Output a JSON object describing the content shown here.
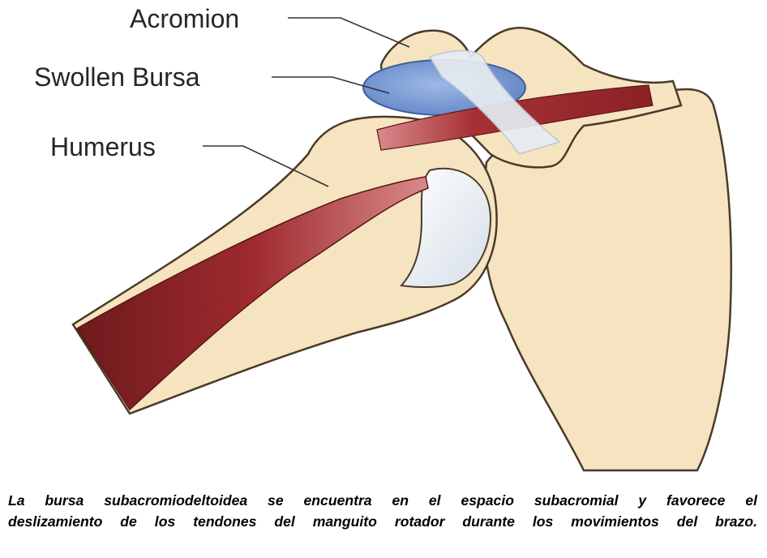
{
  "diagram": {
    "labels": {
      "acromion": "Acromion",
      "bursa": "Swollen Bursa",
      "humerus": "Humerus"
    },
    "colors": {
      "bone": "#F6E3BF",
      "bone_outline": "#4A3A2A",
      "bursa": "#7FA1D8",
      "muscle": "#9E2A2E",
      "muscle_highlight": "#D98A8C",
      "ligament": "#E6ECF2",
      "cartilage": "#F2F5F8",
      "leader_line": "#333333"
    }
  },
  "caption": {
    "line1": "La bursa subacromiodeltoidea se encuentra en el espacio subacromial y favorece el",
    "line2": "deslizamiento de los tendones del manguito rotador durante los movimientos del brazo."
  }
}
